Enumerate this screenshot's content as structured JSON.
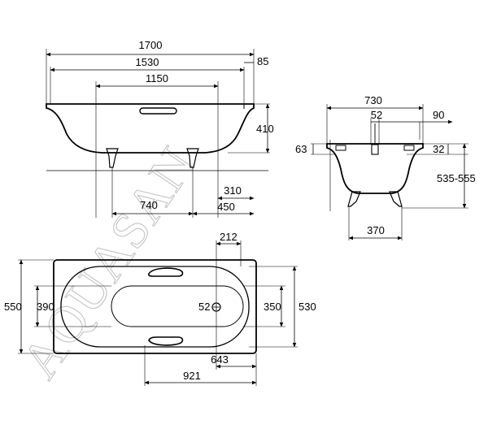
{
  "watermark": "AQUASAN",
  "side_view": {
    "overall_length": "1700",
    "inner_length": "1530",
    "rim_offset": "85",
    "handle_span": "1150",
    "height": "410",
    "leg_offset": "310",
    "leg_spacing": "740",
    "leg_to_end": "450"
  },
  "end_view": {
    "width": "730",
    "drain_diameter": "52",
    "side_offset": "90",
    "rim_depth_left": "63",
    "rim_depth_right": "32",
    "height_range": "535-555",
    "leg_spacing": "370"
  },
  "top_view": {
    "handle_offset": "212",
    "outer_width": "550",
    "inner_width_left": "390",
    "drain_label": "52",
    "inner_width_right": "350",
    "overall_width": "530",
    "handle_to_end": "643",
    "drain_to_end": "921"
  },
  "colors": {
    "line": "#000000",
    "watermark": "#c8c8c8"
  }
}
